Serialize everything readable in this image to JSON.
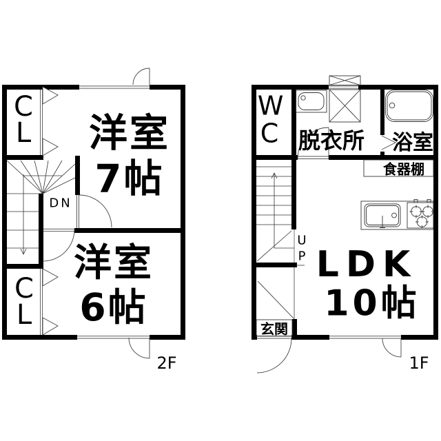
{
  "app": {
    "type": "apartment-floor-plan",
    "background": "#ffffff",
    "wall_color": "#000000",
    "opening_color": "#999999",
    "thin_line_color": "#444444"
  },
  "floor_2f": {
    "label": "2F",
    "closet_top": "CL",
    "closet_bottom": "CL",
    "stair_direction": "DN",
    "bedroom_large": {
      "name": "洋室",
      "size": "7帖"
    },
    "bedroom_small": {
      "name": "洋室",
      "size": "6帖"
    }
  },
  "floor_1f": {
    "label": "1F",
    "toilet": "WC",
    "dressing_room": "脱衣所",
    "bathroom": "浴室",
    "cupboard": "食器棚",
    "stair_direction": "UP",
    "living": {
      "name": "LDK",
      "size": "10帖"
    },
    "entrance": "玄関"
  }
}
